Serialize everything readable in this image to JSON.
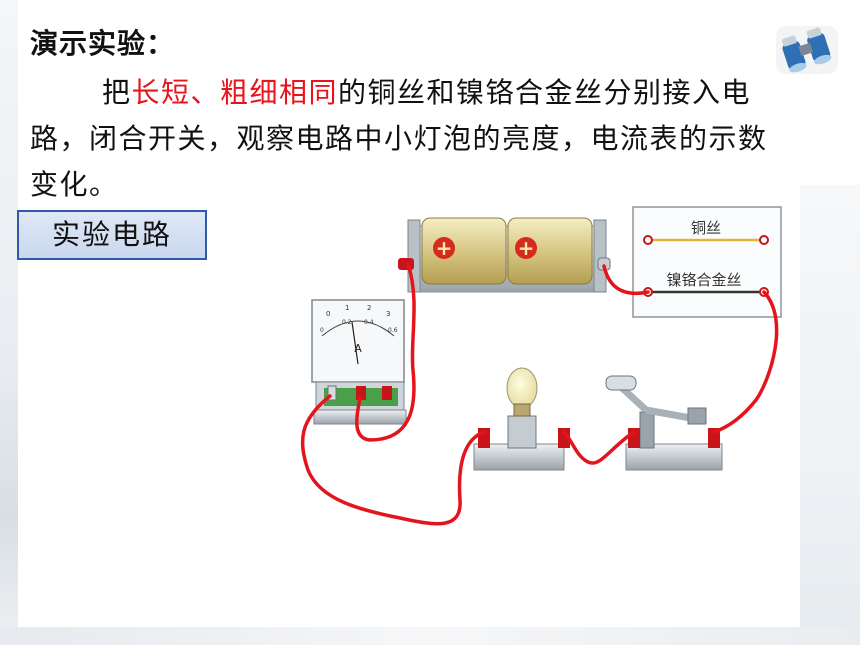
{
  "heading": "演示实验：",
  "paragraph": {
    "pre": "把",
    "highlight": "长短、粗细相同",
    "post": "的铜丝和镍铬合金丝分别接入电路，闭合开关，观察电路中小灯泡的亮度，电流表的示数变化。"
  },
  "label": "实验电路",
  "circuit": {
    "wire1_label": "铜丝",
    "wire2_label": "镍铬合金丝",
    "ammeter_unit": "A",
    "ammeter_top_scale": [
      "0",
      "1",
      "2",
      "3"
    ],
    "ammeter_bottom_scale": [
      "0",
      "0.2",
      "0.4",
      "0.6"
    ],
    "battery_symbol": "+"
  },
  "colors": {
    "highlight": "#e8141b",
    "label_border": "#2e5aa8",
    "wire": "#e4141c"
  }
}
